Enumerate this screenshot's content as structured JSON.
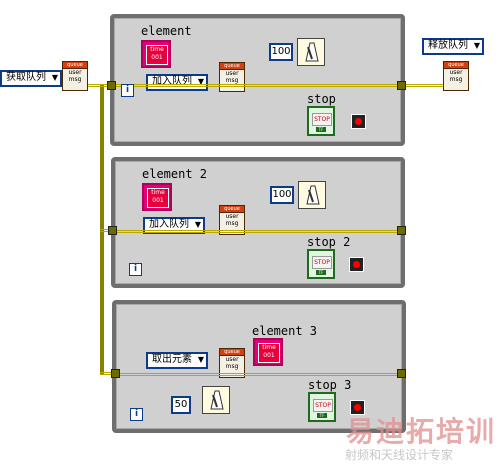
{
  "outer": {
    "obtain_queue_label": "获取队列",
    "release_queue_label": "释放队列"
  },
  "loops": [
    {
      "element_label": "element",
      "enqueue_label": "加入队列",
      "wait_ms": "100",
      "stop_label": "stop"
    },
    {
      "element_label": "element 2",
      "enqueue_label": "加入队列",
      "wait_ms": "100",
      "stop_label": "stop 2"
    },
    {
      "element_label": "element 3",
      "dequeue_label": "取出元素",
      "wait_ms": "50",
      "stop_label": "stop 3"
    }
  ],
  "queue_text": {
    "header": "queue",
    "user": "user",
    "msg": "msg"
  },
  "glyph_text": {
    "pink_top": "time",
    "pink_bottom": "001",
    "stop": "STOP",
    "tf": "TF",
    "iteration": "i"
  },
  "watermark": {
    "line1": "易迪拓培训",
    "line2": "射频和天线设计专家"
  },
  "colors": {
    "loop_border": "#6e6e6e",
    "loop_fill": "#d0d0d0",
    "queue_wire": "#b8a800",
    "cluster_pink": "#e0007a"
  }
}
